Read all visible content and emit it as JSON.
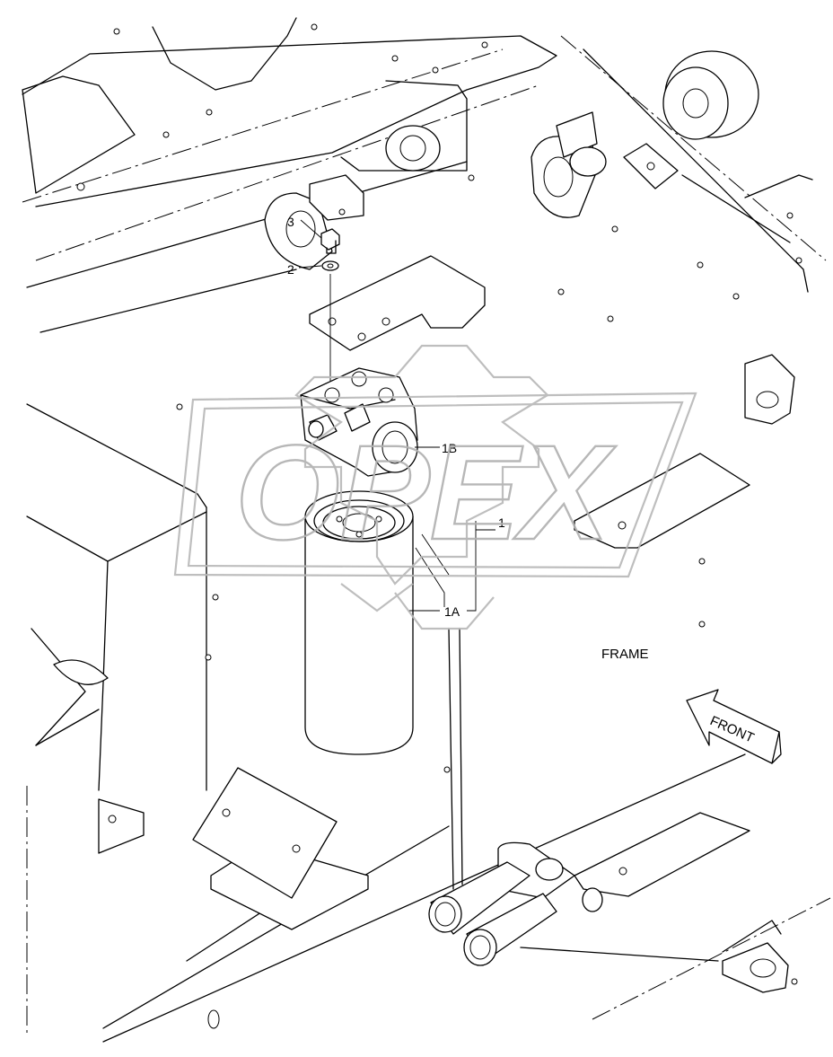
{
  "labels": {
    "item_1": "1",
    "item_1a": "1A",
    "item_1b": "1B",
    "item_2": "2",
    "item_3": "3",
    "frame": "FRAME",
    "front": "FRONT"
  },
  "watermark": {
    "text": "OPEX",
    "color": "#b0b0b0"
  },
  "colors": {
    "line": "#000000",
    "background": "#ffffff"
  }
}
